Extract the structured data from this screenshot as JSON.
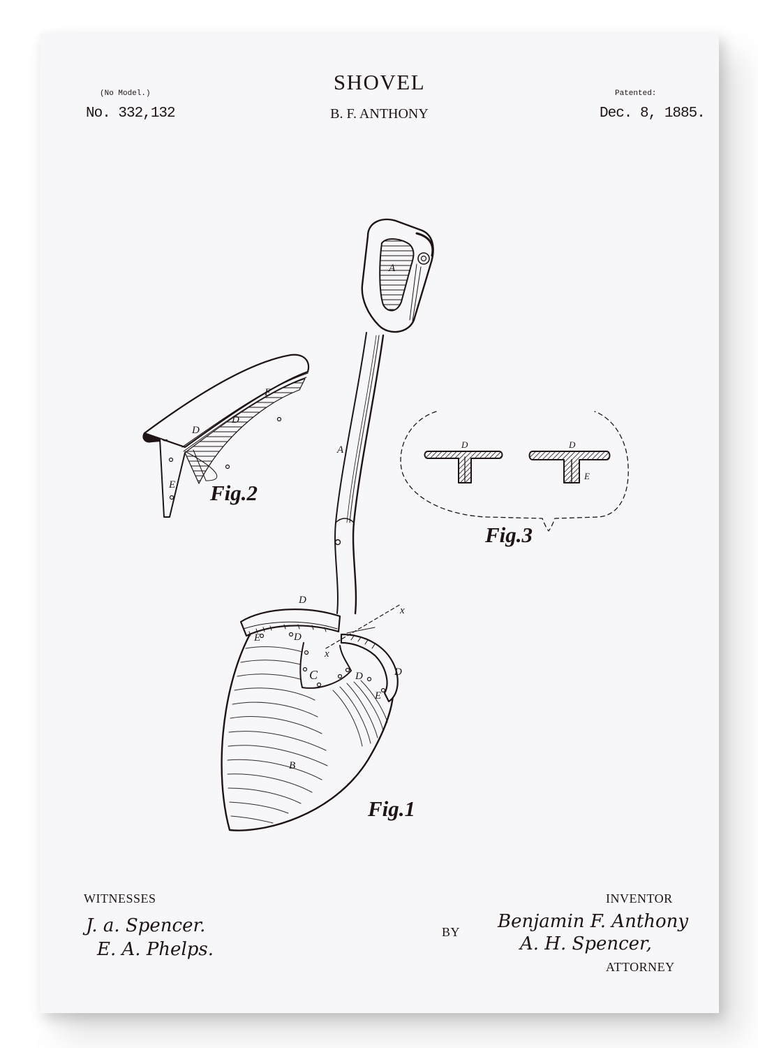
{
  "header": {
    "title": "SHOVEL",
    "inventor": "B. F. ANTHONY",
    "model_note": "(No Model.)",
    "patent_number": "No. 332,132",
    "patented_label": "Patented:",
    "patent_date": "Dec. 8, 1885."
  },
  "figures": [
    {
      "label": "Fig.1",
      "parts": [
        "A",
        "B",
        "C",
        "D",
        "E",
        "x"
      ]
    },
    {
      "label": "Fig.2",
      "parts": [
        "D",
        "E"
      ]
    },
    {
      "label": "Fig.3",
      "parts": [
        "D",
        "E"
      ]
    }
  ],
  "part_letters": {
    "handle": "A",
    "blade": "B",
    "socket": "C",
    "rim": "D",
    "flange": "E",
    "section_line": "x"
  },
  "footer": {
    "witnesses_label": "WITNESSES",
    "witness_1": "J. a. Spencer.",
    "witness_2": "E. A. Phelps.",
    "by_label": "BY",
    "inventor_label": "INVENTOR",
    "inventor_signature": "Benjamin F. Anthony",
    "attorney_signature": "A. H. Spencer,",
    "attorney_label": "ATTORNEY"
  },
  "colors": {
    "ink": "#1e1416",
    "paper": "#f7f6f8",
    "background": "#ffffff"
  }
}
